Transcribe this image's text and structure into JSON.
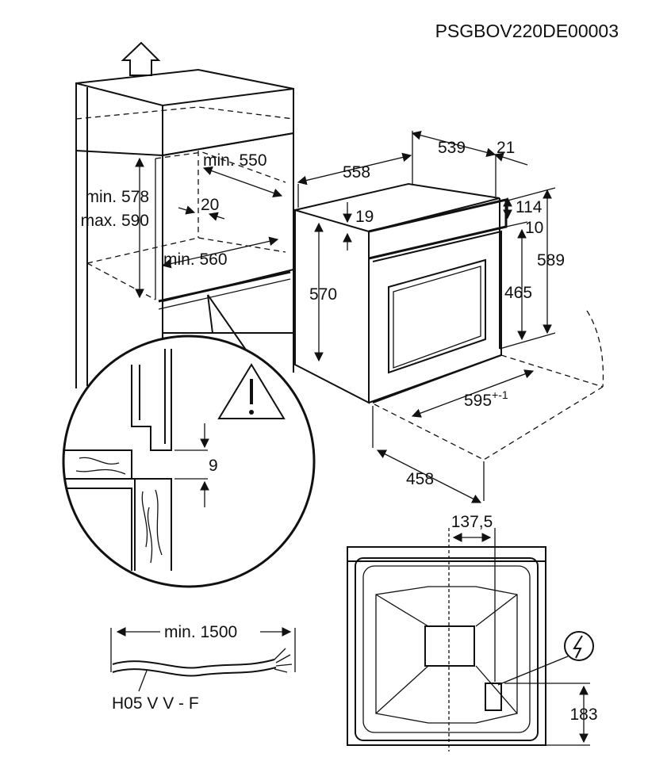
{
  "diagram_code": "PSGBOV220DE00003",
  "cabinet_dimensions": {
    "min_width": "min. 550",
    "min_height": "min. 578",
    "max_height": "max. 590",
    "side_gap": "20",
    "min_depth": "min. 560"
  },
  "detail_view": {
    "gap": "9",
    "icon": "warning-triangle-icon"
  },
  "oven_dimensions": {
    "depth_total": "558",
    "depth_body": "539",
    "front_panel": "21",
    "top_offset": "19",
    "panel_height": "114",
    "door_gap": "10",
    "body_height": "570",
    "front_height": "589",
    "door_height": "465",
    "width": "595",
    "width_tolerance": "+-1",
    "door_depth": "458"
  },
  "cable": {
    "length": "min. 1500",
    "type": "H05 V V - F"
  },
  "back_view": {
    "offset_x": "137,5",
    "offset_y": "183",
    "icon": "power-plug-icon"
  }
}
